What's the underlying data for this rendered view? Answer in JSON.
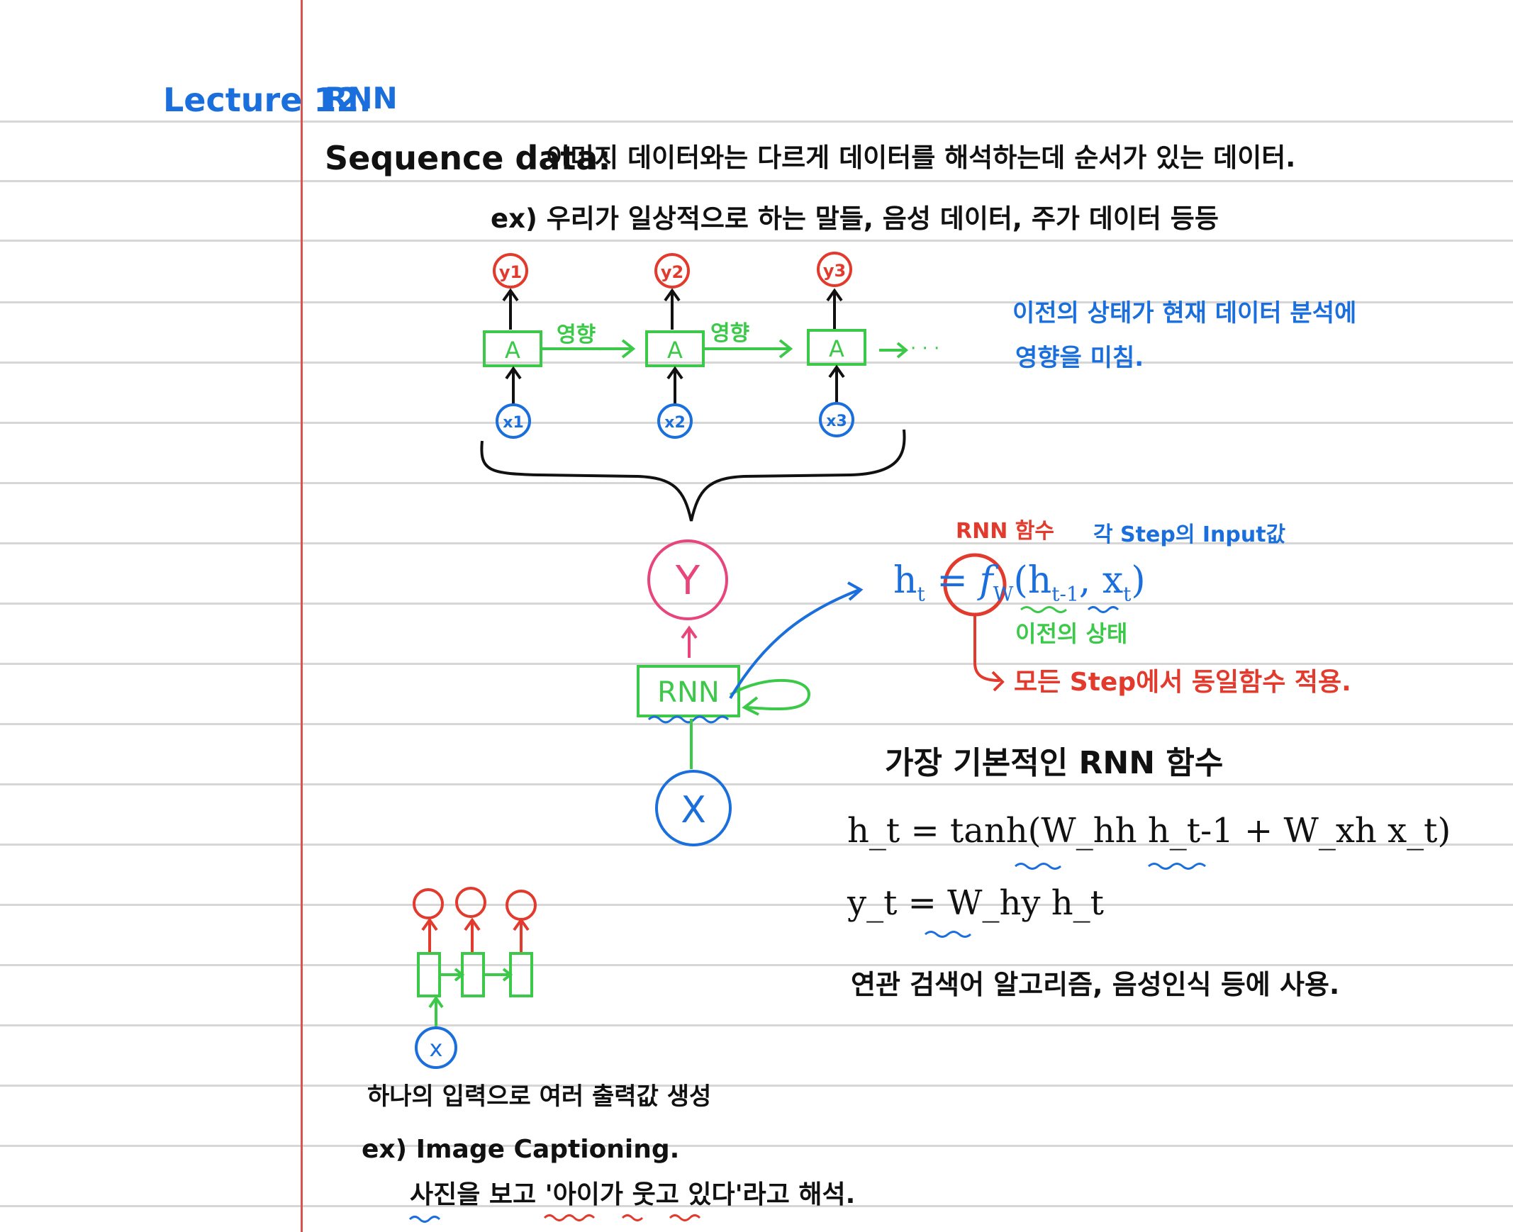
{
  "colors": {
    "ink_black": "#111111",
    "ink_blue": "#1a6fdc",
    "ink_red": "#e23a2c",
    "ink_green": "#3cc94a",
    "ink_pink": "#e8457a",
    "margin_red": "#d9534f",
    "rule_gray": "#d6d6d6"
  },
  "header": {
    "lecture": "Lecture 12.",
    "topic": "RNN"
  },
  "definition": {
    "term": "Sequence data:",
    "text": "이미지 데이터와는 다르게 데이터를 해석하는데 순서가 있는 데이터.",
    "example": "ex) 우리가 일상적으로 하는 말들, 음성 데이터, 주가 데이터 등등"
  },
  "unrolled_diagram": {
    "cells": [
      {
        "label": "A",
        "input": "x1",
        "output": "y1"
      },
      {
        "label": "A",
        "input": "x2",
        "output": "y2"
      },
      {
        "label": "A",
        "input": "x3",
        "output": "y3"
      }
    ],
    "edge_label": "영향",
    "continuation": "→ · · ·",
    "note_line1": "이전의 상태가 현재 데이터 분석에",
    "note_line2": "영향을 미침."
  },
  "folded_diagram": {
    "output": "Y",
    "cell": "RNN",
    "input": "X"
  },
  "rnn_formula": {
    "label_function": "RNN 함수",
    "label_input": "각 Step의 Input값",
    "lhs": "h",
    "lhs_sub": "t",
    "eq": " = ",
    "fn": "f",
    "fn_sub": "W",
    "args_open": "(",
    "h_prev": "h",
    "h_prev_sub": "t-1",
    "comma": ", ",
    "x": "x",
    "x_sub": "t",
    "args_close": ")",
    "label_prev_state": "이전의 상태",
    "label_shared": "모든 Step에서 동일함수 적용."
  },
  "basic_rnn": {
    "title": "가장 기본적인 RNN 함수",
    "eq1": "h_t = tanh(W_hh h_t-1 + W_xh x_t)",
    "eq2": "y_t = W_hy h_t",
    "usage": "연관 검색어 알고리즘, 음성인식 등에 사용."
  },
  "one_to_many": {
    "input": "x",
    "caption": "하나의 입력으로 여러 출력값 생성",
    "example": "ex) Image Captioning.",
    "detail": "사진을 보고 '아이가 웃고 있다'라고 해석."
  }
}
